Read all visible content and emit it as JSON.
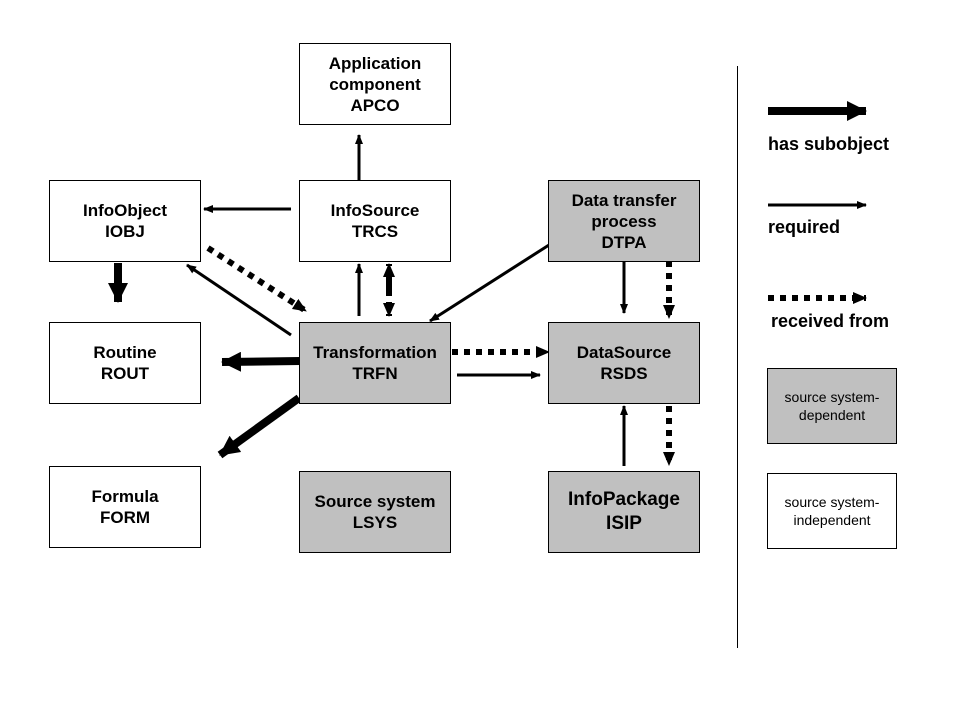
{
  "nodes": {
    "apco": {
      "line1": "Application",
      "line2": "component",
      "line3": "APCO"
    },
    "iobj": {
      "line1": "InfoObject",
      "line2": "IOBJ"
    },
    "trcs": {
      "line1": "InfoSource",
      "line2": "TRCS"
    },
    "dtpa": {
      "line1": "Data transfer",
      "line2": "process",
      "line3": "DTPA"
    },
    "rout": {
      "line1": "Routine",
      "line2": "ROUT"
    },
    "trfn": {
      "line1": "Transformation",
      "line2": "TRFN"
    },
    "rsds": {
      "line1": "DataSource",
      "line2": "RSDS"
    },
    "form": {
      "line1": "Formula",
      "line2": "FORM"
    },
    "lsys": {
      "line1": "Source system",
      "line2": "LSYS"
    },
    "isip": {
      "line1": "InfoPackage",
      "line2": "ISIP"
    }
  },
  "legend": {
    "has_subobject": "has subobject",
    "required": "required",
    "received_from": "received from",
    "dependent": {
      "line1": "source system-",
      "line2": "dependent"
    },
    "independent": {
      "line1": "source system-",
      "line2": "independent"
    }
  },
  "colors": {
    "dependent_fill": "#c0c0c0",
    "independent_fill": "#ffffff",
    "stroke": "#000000"
  }
}
